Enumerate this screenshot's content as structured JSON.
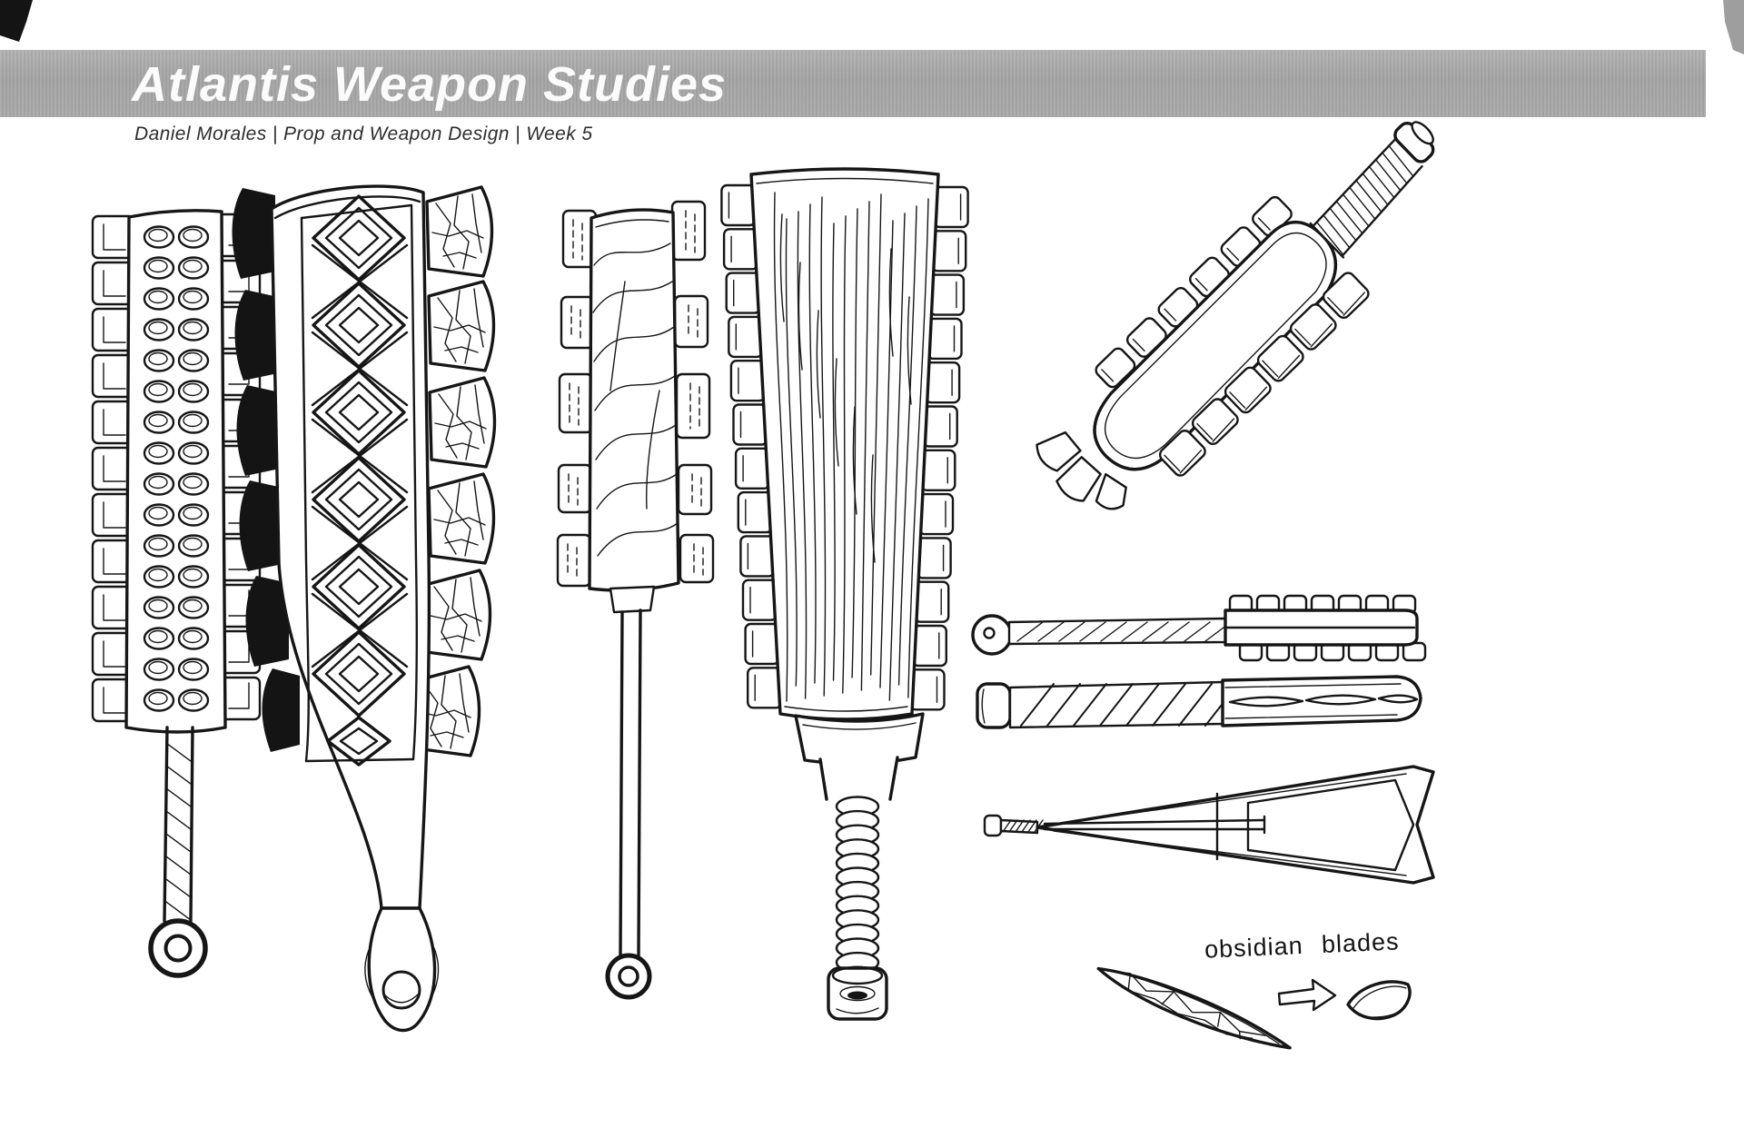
{
  "sheet": {
    "background": "#ffffff",
    "ink_color": "#161616"
  },
  "header": {
    "title": "Atlantis Weapon Studies",
    "subtitle": "Daniel Morales | Prop and Weapon Design | Week 5",
    "banner_color": "#a8a8a8",
    "title_color": "#fbfbfb",
    "subtitle_color": "#2e2e2e"
  },
  "annotation": {
    "label": "obsidian blades"
  },
  "sketches": [
    {
      "id": "club-oval-inlays-front"
    },
    {
      "id": "club-diamond-pattern-front"
    },
    {
      "id": "club-woodgrain-small-front"
    },
    {
      "id": "club-woodgrain-large-front"
    },
    {
      "id": "club-perspective-view"
    },
    {
      "id": "club-side-view-blades"
    },
    {
      "id": "club-side-view-edge"
    },
    {
      "id": "club-top-view"
    },
    {
      "id": "obsidian-blade-knapped"
    },
    {
      "id": "obsidian-blade-shaped"
    }
  ]
}
